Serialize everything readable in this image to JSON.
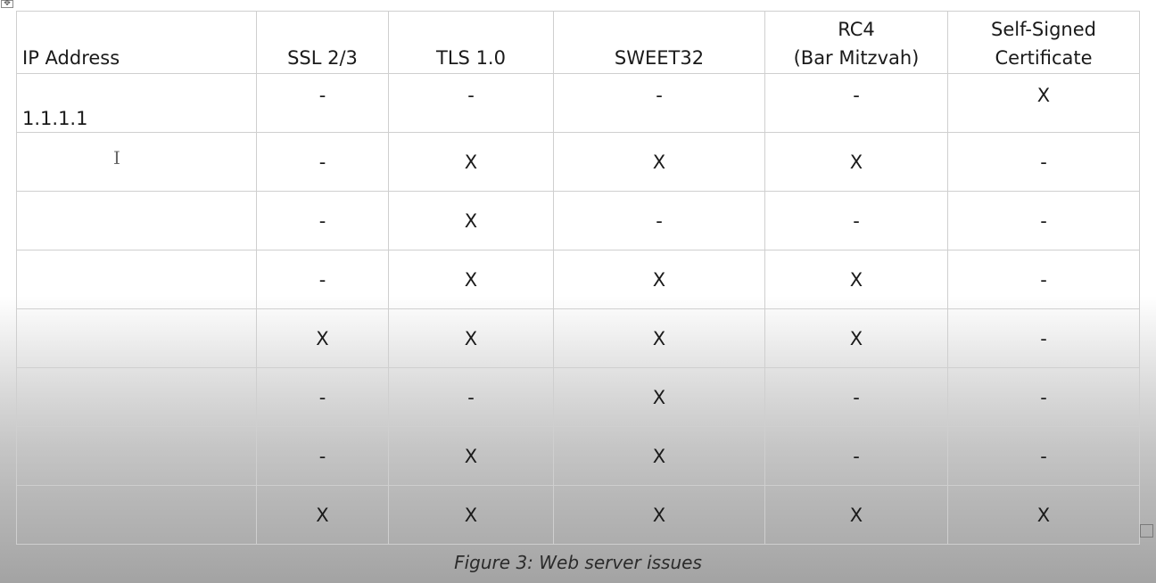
{
  "table": {
    "headers": [
      "IP Address",
      "SSL 2/3",
      "TLS 1.0",
      "SWEET32",
      "RC4\n(Bar Mitzvah)",
      "Self-Signed\nCertificate"
    ],
    "header_lines": {
      "rc4": [
        "RC4",
        "(Bar Mitzvah)"
      ],
      "self_signed": [
        "Self-Signed",
        "Certificate"
      ]
    },
    "rows": [
      [
        "1.1.1.1",
        "-",
        "-",
        "-",
        "-",
        "X"
      ],
      [
        "",
        "-",
        "X",
        "X",
        "X",
        "-"
      ],
      [
        "",
        "-",
        "X",
        "-",
        "-",
        "-"
      ],
      [
        "",
        "-",
        "X",
        "X",
        "X",
        "-"
      ],
      [
        "",
        "X",
        "X",
        "X",
        "X",
        "-"
      ],
      [
        "",
        "-",
        "-",
        "X",
        "-",
        "-"
      ],
      [
        "",
        "-",
        "X",
        "X",
        "-",
        "-"
      ],
      [
        "",
        "X",
        "X",
        "X",
        "X",
        "X"
      ]
    ]
  },
  "caption": "Figure 3: Web server issues",
  "icons": {
    "table_move_handle": "move-arrows-icon",
    "table_resize_handle": "resize-square-icon",
    "text_cursor": "i-beam-cursor-icon"
  }
}
